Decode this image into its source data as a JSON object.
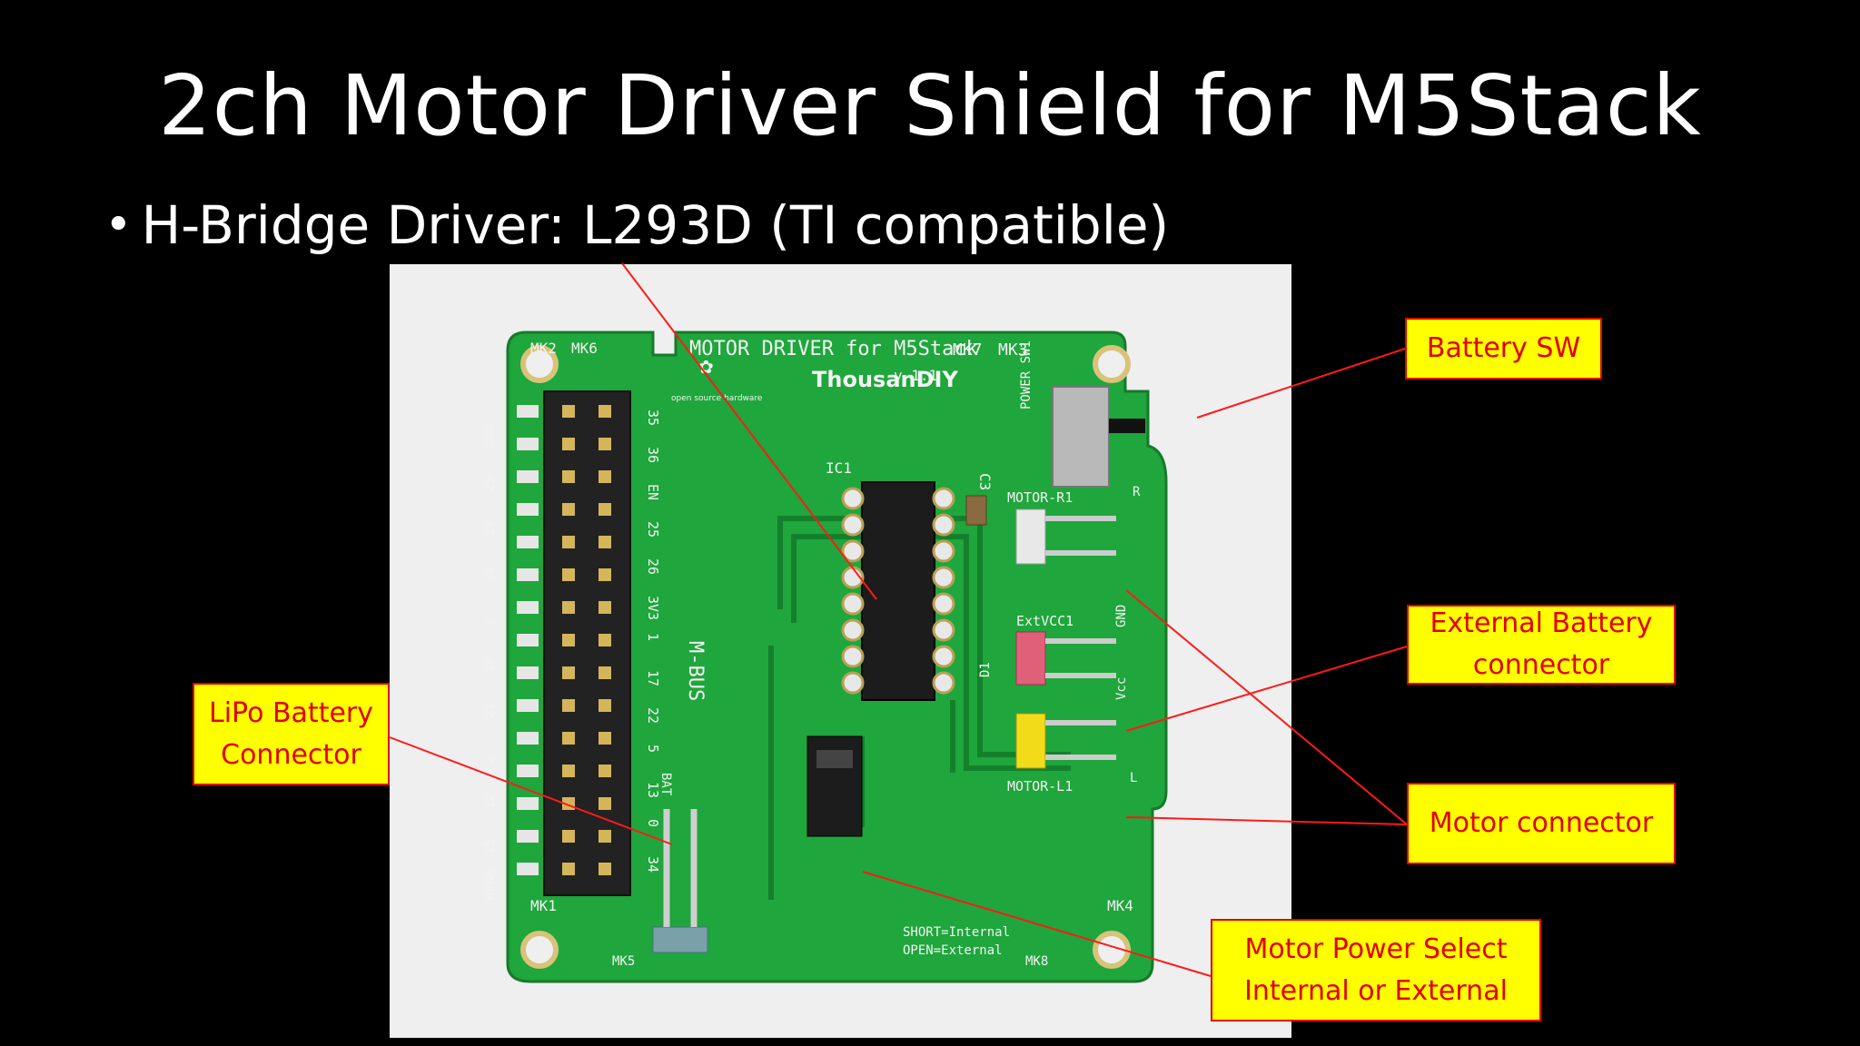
{
  "slide": {
    "title": "2ch Motor Driver Shield for M5Stack",
    "bullet": "H-Bridge Driver: L293D (TI compatible)"
  },
  "board": {
    "heading": "MOTOR DRIVER for M5Stack",
    "version": "v 1.1",
    "brand": "ThousanDIY",
    "oss_text": "open source hardware",
    "markers": {
      "mk2": "MK2",
      "mk6": "MK6",
      "mk7": "MK7",
      "mk3": "MK3",
      "mk1": "MK1",
      "mk4": "MK4",
      "mk5": "MK5",
      "mk8": "MK8"
    },
    "labels": {
      "power_sw": "POWER SW1",
      "ic": "IC1",
      "cap": "C3",
      "motor_r": "MOTOR-R1",
      "motor_l": "MOTOR-L1",
      "extvcc": "ExtVCC1",
      "gnd": "GND",
      "vcc": "Vcc",
      "d1": "D1",
      "r": "R",
      "l": "L",
      "bat": "BAT",
      "mbus": "M-BUS",
      "short_text_1": "SHORT=Internal",
      "short_text_2": "OPEN=External"
    },
    "pin_labels": [
      "35",
      "36",
      "EN",
      "25",
      "26",
      "3V3",
      "1",
      "17",
      "22",
      "5",
      "13",
      "0",
      "34"
    ],
    "left_pin_labels": [
      "GND",
      "23",
      "19",
      "18",
      "3",
      "16",
      "21",
      "2",
      "12",
      "15",
      "HPWR"
    ]
  },
  "callouts": {
    "battery_sw": "Battery SW",
    "external_battery_1": "External Battery",
    "external_battery_2": "connector",
    "lipo_1": "LiPo Battery",
    "lipo_2": "Connector",
    "motor_connector": "Motor connector",
    "motor_power_1": "Motor Power Select",
    "motor_power_2": "Internal or External"
  },
  "colors": {
    "background": "#000000",
    "callout_fill": "#ffff00",
    "callout_text": "#e00000",
    "pcb_green": "#1fa63c"
  }
}
